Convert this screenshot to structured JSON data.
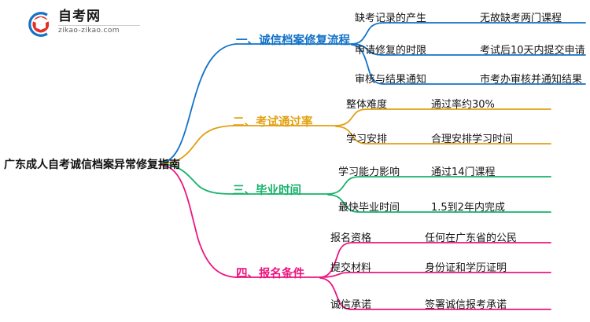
{
  "logo": {
    "name_cn": "自考网",
    "domain": "zikao-zikao.com",
    "mark_icon": "graduation-cap-icon",
    "arc_color": "#1473c6",
    "cap_color": "#e03127"
  },
  "mindmap": {
    "central_topic": "广东成人自考诚信档案异常修复指南",
    "branches": [
      {
        "index": "一",
        "label": "一、诚信档案修复流程",
        "color": "#1472c8",
        "items": [
          {
            "key": "缺考记录的产生",
            "value": "无故缺考两门课程"
          },
          {
            "key": "申请修复的时限",
            "value": "考试后10天内提交申请"
          },
          {
            "key": "审核与结果通知",
            "value": "市考办审核并通知结果"
          }
        ]
      },
      {
        "index": "二",
        "label": "二、考试通过率",
        "color": "#e2a012",
        "items": [
          {
            "key": "整体难度",
            "value": "通过率约30%"
          },
          {
            "key": "学习安排",
            "value": "合理安排学习时间"
          }
        ]
      },
      {
        "index": "三",
        "label": "三、毕业时间",
        "color": "#18b26b",
        "items": [
          {
            "key": "学习能力影响",
            "value": "通过14门课程"
          },
          {
            "key": "最快毕业时间",
            "value": "1.5到2年内完成"
          }
        ]
      },
      {
        "index": "四",
        "label": "四、报名条件",
        "color": "#ec1580",
        "items": [
          {
            "key": "报名资格",
            "value": "任何在广东省的公民"
          },
          {
            "key": "提交材料",
            "value": "身份证和学历证明"
          },
          {
            "key": "诚信承诺",
            "value": "签署诚信报考承诺"
          }
        ]
      }
    ]
  }
}
